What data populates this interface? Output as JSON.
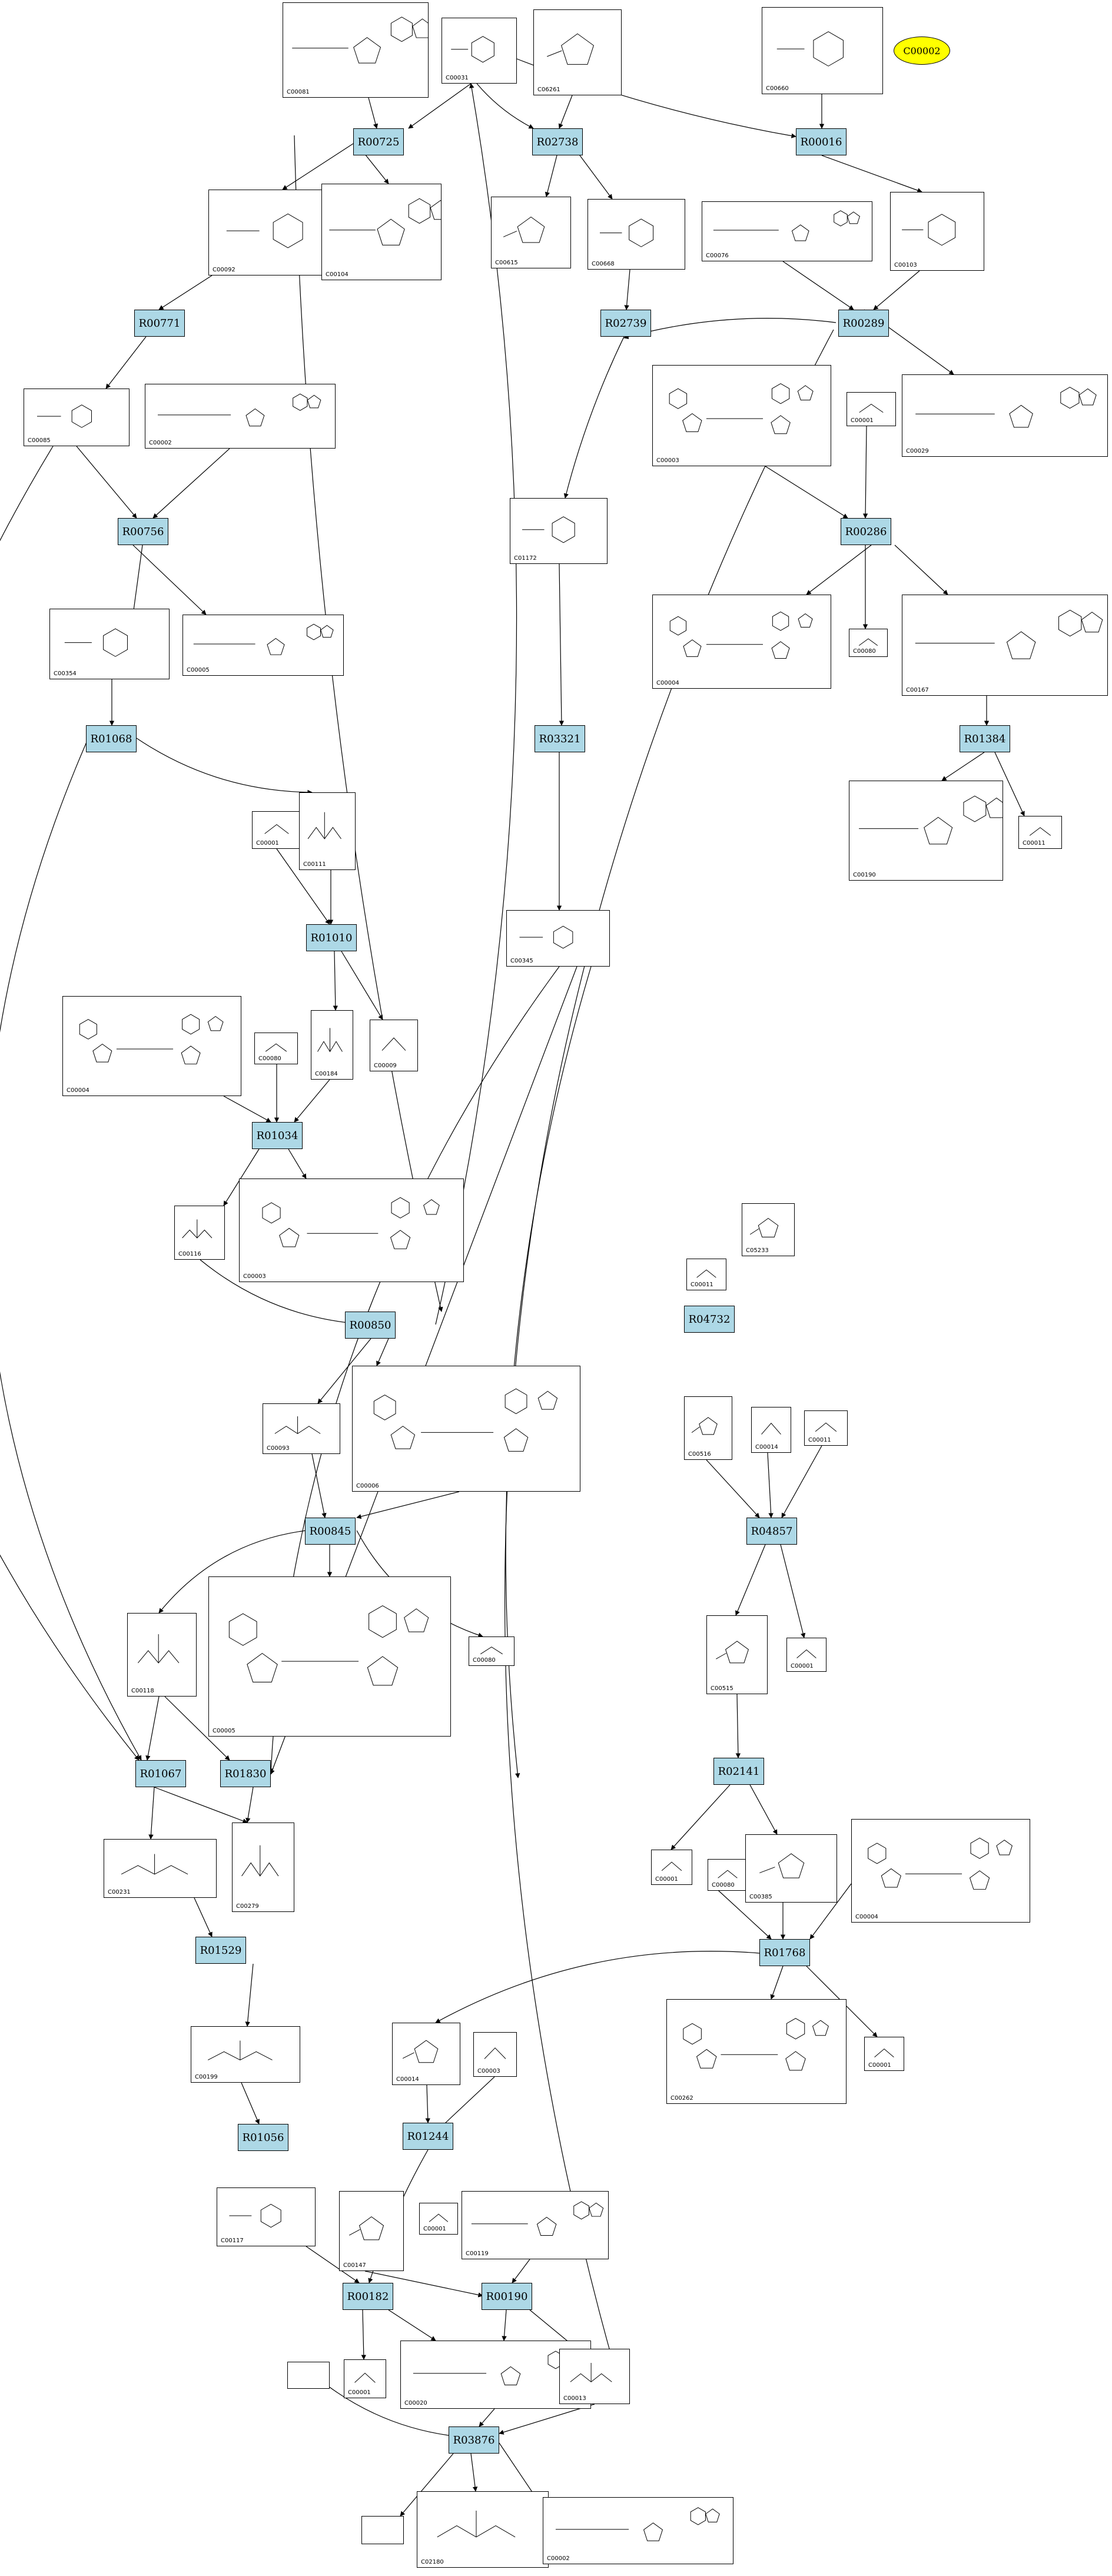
{
  "highlight": {
    "label": "C00002",
    "color": "#ffff00"
  },
  "reaction_color": "#add8e6",
  "reactions": [
    {
      "id": "R00725"
    },
    {
      "id": "R02738"
    },
    {
      "id": "R00016"
    },
    {
      "id": "R00771"
    },
    {
      "id": "R02739"
    },
    {
      "id": "R00289"
    },
    {
      "id": "R00756"
    },
    {
      "id": "R00286"
    },
    {
      "id": "R01068"
    },
    {
      "id": "R03321"
    },
    {
      "id": "R01384"
    },
    {
      "id": "R01010"
    },
    {
      "id": "R01034"
    },
    {
      "id": "R00850"
    },
    {
      "id": "R04732"
    },
    {
      "id": "R00845"
    },
    {
      "id": "R04857"
    },
    {
      "id": "R01067"
    },
    {
      "id": "R01830"
    },
    {
      "id": "R02141"
    },
    {
      "id": "R01768"
    },
    {
      "id": "R01529"
    },
    {
      "id": "R01056"
    },
    {
      "id": "R01244"
    },
    {
      "id": "R00182"
    },
    {
      "id": "R00190"
    },
    {
      "id": "R03876"
    }
  ],
  "compounds": [
    {
      "id": "C00081"
    },
    {
      "id": "C00031"
    },
    {
      "id": "C06261"
    },
    {
      "id": "C00660"
    },
    {
      "id": "C00092"
    },
    {
      "id": "C00104"
    },
    {
      "id": "C00615"
    },
    {
      "id": "C00668"
    },
    {
      "id": "C00076"
    },
    {
      "id": "C00103"
    },
    {
      "id": "C00085"
    },
    {
      "id": "C00002"
    },
    {
      "id": "C00003"
    },
    {
      "id": "C00001"
    },
    {
      "id": "C00029"
    },
    {
      "id": "C01172"
    },
    {
      "id": "C00354"
    },
    {
      "id": "C00005"
    },
    {
      "id": "C00004"
    },
    {
      "id": "C00080"
    },
    {
      "id": "C00167"
    },
    {
      "id": "C00001"
    },
    {
      "id": "C00111"
    },
    {
      "id": "C00190"
    },
    {
      "id": "C00011"
    },
    {
      "id": "C00345"
    },
    {
      "id": "C00004"
    },
    {
      "id": "C00080"
    },
    {
      "id": "C00184"
    },
    {
      "id": "C00009"
    },
    {
      "id": "C00116"
    },
    {
      "id": "C00003"
    },
    {
      "id": "C00011"
    },
    {
      "id": "C05233"
    },
    {
      "id": "C00093"
    },
    {
      "id": "C00006"
    },
    {
      "id": "C00516"
    },
    {
      "id": "C00014"
    },
    {
      "id": "C00011"
    },
    {
      "id": "C00118"
    },
    {
      "id": "C00005"
    },
    {
      "id": "C00080"
    },
    {
      "id": "C00515"
    },
    {
      "id": "C00001"
    },
    {
      "id": "C00231"
    },
    {
      "id": "C00279"
    },
    {
      "id": "C00001"
    },
    {
      "id": "C00080"
    },
    {
      "id": "C00385"
    },
    {
      "id": "C00004"
    },
    {
      "id": "C00199"
    },
    {
      "id": "C00262"
    },
    {
      "id": "C00014"
    },
    {
      "id": "C00003"
    },
    {
      "id": "C00001"
    },
    {
      "id": "C00117"
    },
    {
      "id": "C00147"
    },
    {
      "id": "C00001"
    },
    {
      "id": "C00119"
    },
    {
      "id": "C00001"
    },
    {
      "id": "C00020"
    },
    {
      "id": "C00013"
    },
    {
      "id": "C02180"
    },
    {
      "id": "C00002"
    }
  ]
}
